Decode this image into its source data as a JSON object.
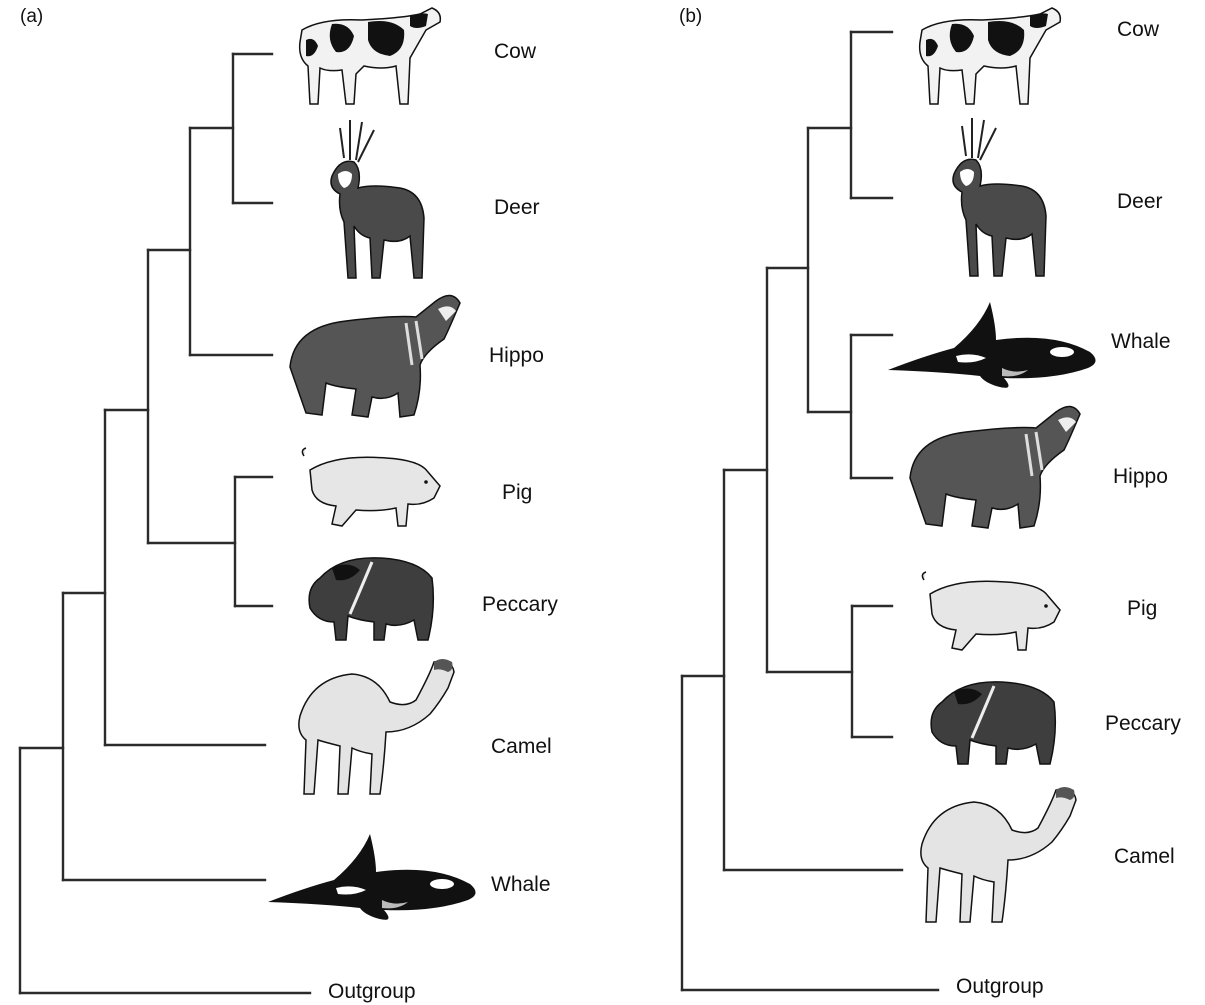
{
  "panels": [
    {
      "label": "(a)",
      "taxa": [
        "Cow",
        "Deer",
        "Hippo",
        "Pig",
        "Peccary",
        "Camel",
        "Whale",
        "Outgroup"
      ]
    },
    {
      "label": "(b)",
      "taxa": [
        "Cow",
        "Deer",
        "Whale",
        "Hippo",
        "Pig",
        "Peccary",
        "Camel",
        "Outgroup"
      ]
    }
  ],
  "animal_icons": {
    "Cow": "cow-icon",
    "Deer": "deer-icon",
    "Hippo": "hippo-icon",
    "Pig": "pig-icon",
    "Peccary": "peccary-icon",
    "Camel": "camel-icon",
    "Whale": "whale-icon"
  }
}
